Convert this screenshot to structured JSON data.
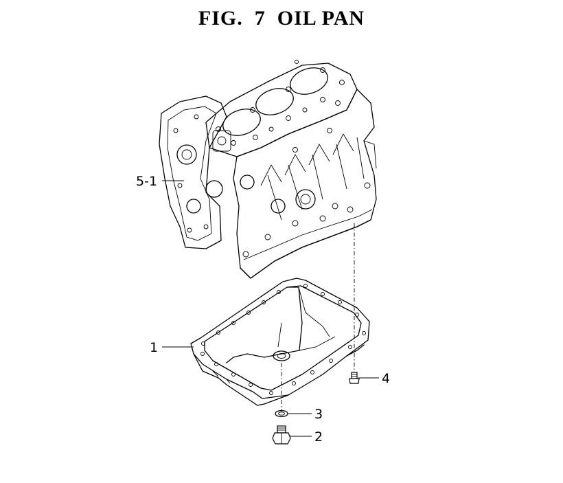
{
  "title": "FIG.  7  OIL PAN",
  "callouts": {
    "c51": "5-1",
    "c1": "1",
    "c4": "4",
    "c3": "3",
    "c2": "2"
  }
}
